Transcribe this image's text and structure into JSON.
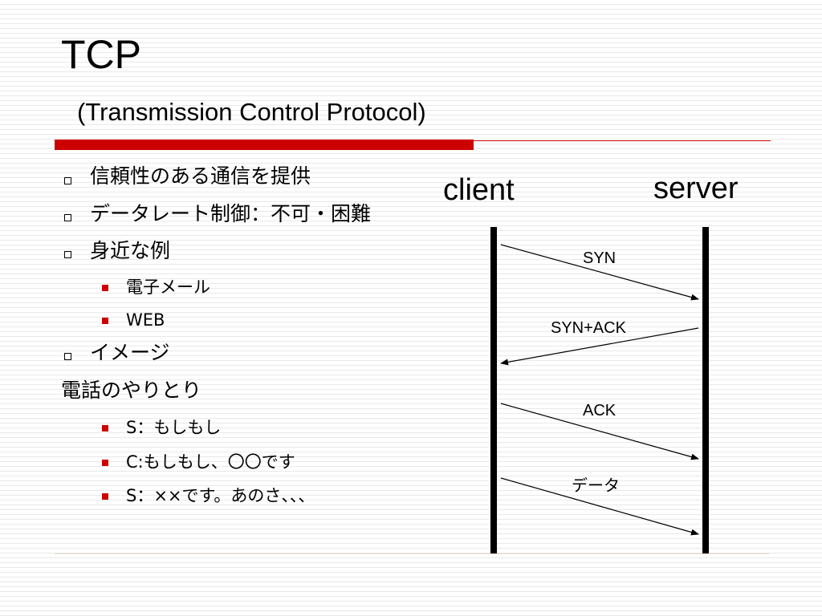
{
  "slide": {
    "title": "TCP",
    "subtitle": "(Transmission Control Protocol)",
    "accent_color": "#cc0000"
  },
  "bullets": [
    {
      "level": 1,
      "marker": "hollow-square",
      "text": "信頼性のある通信を提供"
    },
    {
      "level": 1,
      "marker": "hollow-square",
      "text": "データレート制御：不可・困難"
    },
    {
      "level": 1,
      "marker": "hollow-square",
      "text": "身近な例"
    },
    {
      "level": 2,
      "marker": "filled-square",
      "text": "電子メール"
    },
    {
      "level": 2,
      "marker": "filled-square",
      "text": "WEB"
    },
    {
      "level": 1,
      "marker": "hollow-square",
      "text": "イメージ"
    },
    {
      "level": 0,
      "marker": "none",
      "text": "電話のやりとり"
    },
    {
      "level": 2,
      "marker": "filled-square",
      "text": "S：もしもし"
    },
    {
      "level": 2,
      "marker": "filled-square",
      "text": "C:もしもし、〇〇です"
    },
    {
      "level": 2,
      "marker": "filled-square",
      "text": "S：××です。あのさ、、、"
    }
  ],
  "diagram": {
    "left_label": "client",
    "right_label": "server",
    "messages": [
      {
        "label": "SYN",
        "direction": "client-to-server"
      },
      {
        "label": "SYN+ACK",
        "direction": "server-to-client"
      },
      {
        "label": "ACK",
        "direction": "client-to-server"
      },
      {
        "label": "データ",
        "direction": "client-to-server"
      }
    ]
  }
}
